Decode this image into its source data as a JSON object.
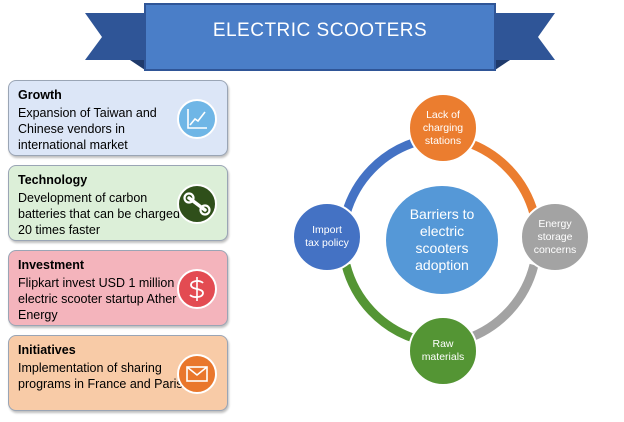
{
  "banner": {
    "title": "ELECTRIC SCOOTERS"
  },
  "cards": [
    {
      "title": "Growth",
      "text": "Expansion of Taiwan and Chinese vendors in international market",
      "icon": "line-chart-icon",
      "color": "#dce6f7"
    },
    {
      "title": "Technology",
      "text": "Development of carbon batteries that can be charged  20 times faster",
      "icon": "wrench-icon",
      "color": "#dcefd8"
    },
    {
      "title": "Investment",
      "text": "Flipkart invest USD 1 million electric scooter startup Ather Energy",
      "icon": "dollar-icon",
      "color": "#f4b4bc"
    },
    {
      "title": "Initiatives",
      "text": "Implementation of sharing programs in France and Paris",
      "icon": "envelope-icon",
      "color": "#f8cba7"
    }
  ],
  "diagram": {
    "center": [
      "Barriers to",
      "electric",
      "scooters",
      "adoption"
    ],
    "nodes": {
      "top": [
        "Lack of",
        "charging",
        "stations"
      ],
      "right": [
        "Energy",
        "storage",
        "concerns"
      ],
      "bottom": [
        "Raw",
        "materials"
      ],
      "left": [
        "Import",
        "tax policy"
      ]
    },
    "colors": {
      "center": "#5598d7",
      "top": "#eb7d2f",
      "right": "#a3a3a3",
      "bottom": "#549534",
      "left": "#4472c4"
    }
  }
}
